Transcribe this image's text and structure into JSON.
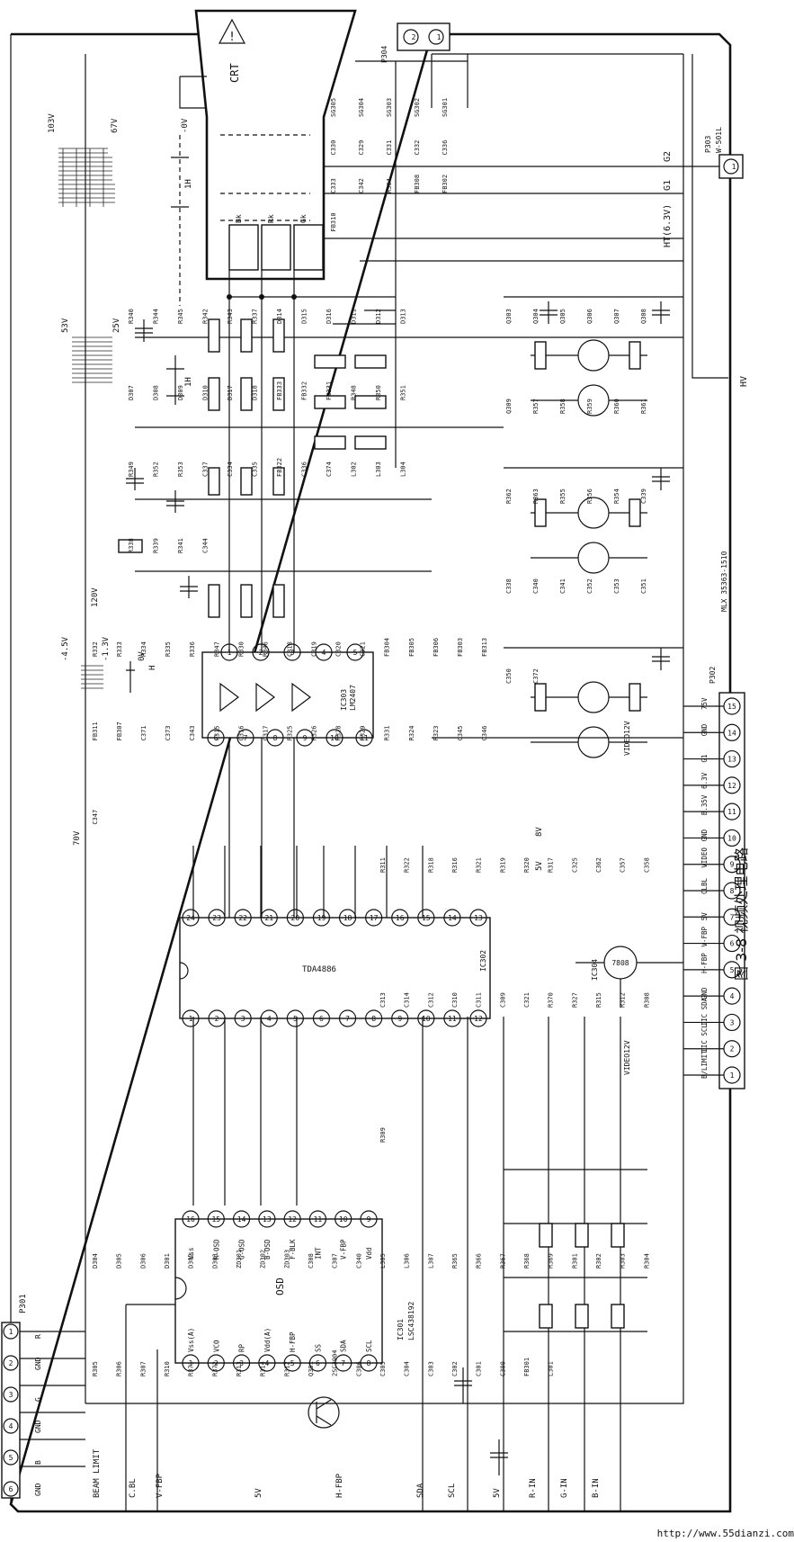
{
  "figure": {
    "caption": "图 3-8  视频处理电路",
    "watermark": "http://www.55dianzi.com"
  },
  "crt": {
    "label": "CRT",
    "warning_mark": "!",
    "pins": [
      "Bk",
      "Rk",
      "Gk"
    ],
    "nets": [
      "G2",
      "G1",
      "HT(6.3V)",
      "HV"
    ]
  },
  "connector_p304": {
    "ref": "P304",
    "pins": [
      "2",
      "1"
    ]
  },
  "connector_p303": {
    "ref": "P303",
    "part": "W-501L",
    "pin": "1"
  },
  "connector_p302": {
    "ref": "P302",
    "part": "MLX 35363-1510",
    "pins": [
      "1",
      "2",
      "3",
      "4",
      "5",
      "6",
      "7",
      "8",
      "9",
      "10",
      "11",
      "12",
      "13",
      "14",
      "15"
    ],
    "signals": [
      "B/LIMIT",
      "IIC SCL",
      "IIC SDA",
      "GND",
      "H-FBP",
      "V-FBP",
      "5V",
      "CLBL",
      "VIDEO",
      "GND",
      "B.35V",
      "6.3V",
      "G1",
      "GND",
      "75V"
    ],
    "extra": [
      "VIDEO12V",
      "VIDEO12V"
    ]
  },
  "connector_p301": {
    "ref": "P301",
    "pins": [
      "1",
      "2",
      "3",
      "4",
      "5",
      "6"
    ],
    "signals": [
      "R",
      "GND",
      "G",
      "GND",
      "B",
      "GND"
    ]
  },
  "ic_tda4886": {
    "ref": "IC302",
    "part": "TDA4886",
    "top_pins": [
      "24",
      "23",
      "22",
      "21",
      "20",
      "19",
      "18",
      "17",
      "16",
      "15",
      "14",
      "13"
    ],
    "bottom_pins": [
      "1",
      "2",
      "3",
      "4",
      "5",
      "6",
      "7",
      "8",
      "9",
      "10",
      "11",
      "12"
    ]
  },
  "ic_osd": {
    "ref": "IC301",
    "part": "LSC438192",
    "title": "OSD",
    "top_pins": [
      "16",
      "15",
      "14",
      "13",
      "12",
      "11",
      "10",
      "9"
    ],
    "top_labels": [
      "Vss",
      "R-OSD",
      "G-OSD",
      "B-OSD",
      "F-BLK",
      "INT",
      "V-FBP",
      "Vdd"
    ],
    "bottom_pins": [
      "1",
      "2",
      "3",
      "4",
      "5",
      "6",
      "7",
      "8"
    ],
    "bottom_labels": [
      "Vss(A)",
      "VCO",
      "RP",
      "Vdd(A)",
      "H-FBP",
      "SS",
      "SDA",
      "SCL"
    ]
  },
  "ic_amp": {
    "ref": "IC303",
    "part": "LM2407",
    "top_pins": [
      "1",
      "2",
      "3",
      "4",
      "5"
    ],
    "bottom_pins": [
      "6",
      "7",
      "8",
      "9",
      "10",
      "11"
    ]
  },
  "ic_reg": {
    "ref": "IC304",
    "part": "7808"
  },
  "bottom_labels": [
    "BEAM LIMIT",
    "C.BL",
    "V-FBP",
    "5V",
    "H-FBP",
    "SDA",
    "SCL",
    "5V",
    "R-IN",
    "G-IN",
    "B-IN"
  ],
  "voltages": [
    "103V",
    "67V",
    "-0V",
    "1H",
    "53V",
    "25V",
    "120V",
    "70V",
    "-4.5V",
    "-1.3V",
    "0V",
    "8V",
    "5V",
    "1H",
    "H"
  ],
  "parts": {
    "crt_area": [
      "SG305",
      "SG304",
      "SG303",
      "SG302",
      "SG301",
      "C330",
      "C329",
      "C331",
      "C332",
      "C336",
      "C333",
      "C342",
      "R364",
      "FB308",
      "FB302",
      "FB310"
    ],
    "cathode": [
      "R340",
      "R344",
      "R345",
      "R342",
      "R343",
      "R337",
      "D314",
      "D315",
      "D316",
      "D311",
      "D312",
      "D313",
      "D307",
      "D308",
      "D309",
      "D310",
      "D317",
      "D318",
      "FB333",
      "FB332",
      "FB331",
      "R348",
      "R350",
      "R351",
      "R349",
      "R352",
      "R353",
      "C337",
      "C334",
      "C335",
      "FB322",
      "C336",
      "C374",
      "L302",
      "L303",
      "L304",
      "R338",
      "R339",
      "R341",
      "C344"
    ],
    "drivers": [
      "Q303",
      "Q304",
      "Q305",
      "Q306",
      "Q307",
      "Q308",
      "Q309",
      "R357",
      "R358",
      "R359",
      "R360",
      "R361",
      "R362",
      "R363",
      "R355",
      "R356",
      "R354",
      "C339",
      "C338",
      "C340",
      "C341",
      "C352",
      "C353",
      "C351",
      "C350",
      "C372"
    ],
    "amp_area": [
      "R332",
      "R333",
      "R334",
      "R335",
      "R336",
      "R347",
      "R330",
      "R346",
      "C318",
      "C319",
      "C320",
      "C321",
      "FB304",
      "FB305",
      "FB306",
      "FB303",
      "FB313",
      "FB311",
      "FB307",
      "C371",
      "C373",
      "C343",
      "C315",
      "C316",
      "C317",
      "R325",
      "R326",
      "R328",
      "R329",
      "R331",
      "R324",
      "R323",
      "C345",
      "C346",
      "C347"
    ],
    "tda_area": [
      "R311",
      "R322",
      "R318",
      "R316",
      "R321",
      "R319",
      "R320",
      "R317",
      "C325",
      "C362",
      "C357",
      "C358",
      "C313",
      "C314",
      "C312",
      "C310",
      "C311",
      "C309",
      "C321",
      "R370",
      "R327",
      "R315",
      "R312",
      "R308",
      "R309"
    ],
    "input_area": [
      "D304",
      "D305",
      "D306",
      "D301",
      "D302",
      "D303",
      "ZD301",
      "ZD302",
      "ZD303",
      "C308",
      "C307",
      "C340",
      "L305",
      "L306",
      "L307",
      "R365",
      "R366",
      "R367",
      "R368",
      "R369",
      "R301",
      "R302",
      "R303",
      "R304",
      "R305",
      "R306",
      "R307",
      "R310",
      "R371",
      "R372",
      "R313",
      "R314",
      "R312",
      "Q301",
      "2SC3904",
      "C306",
      "C305",
      "C304",
      "C303",
      "C302",
      "C301",
      "C300",
      "FB301",
      "L301"
    ]
  }
}
